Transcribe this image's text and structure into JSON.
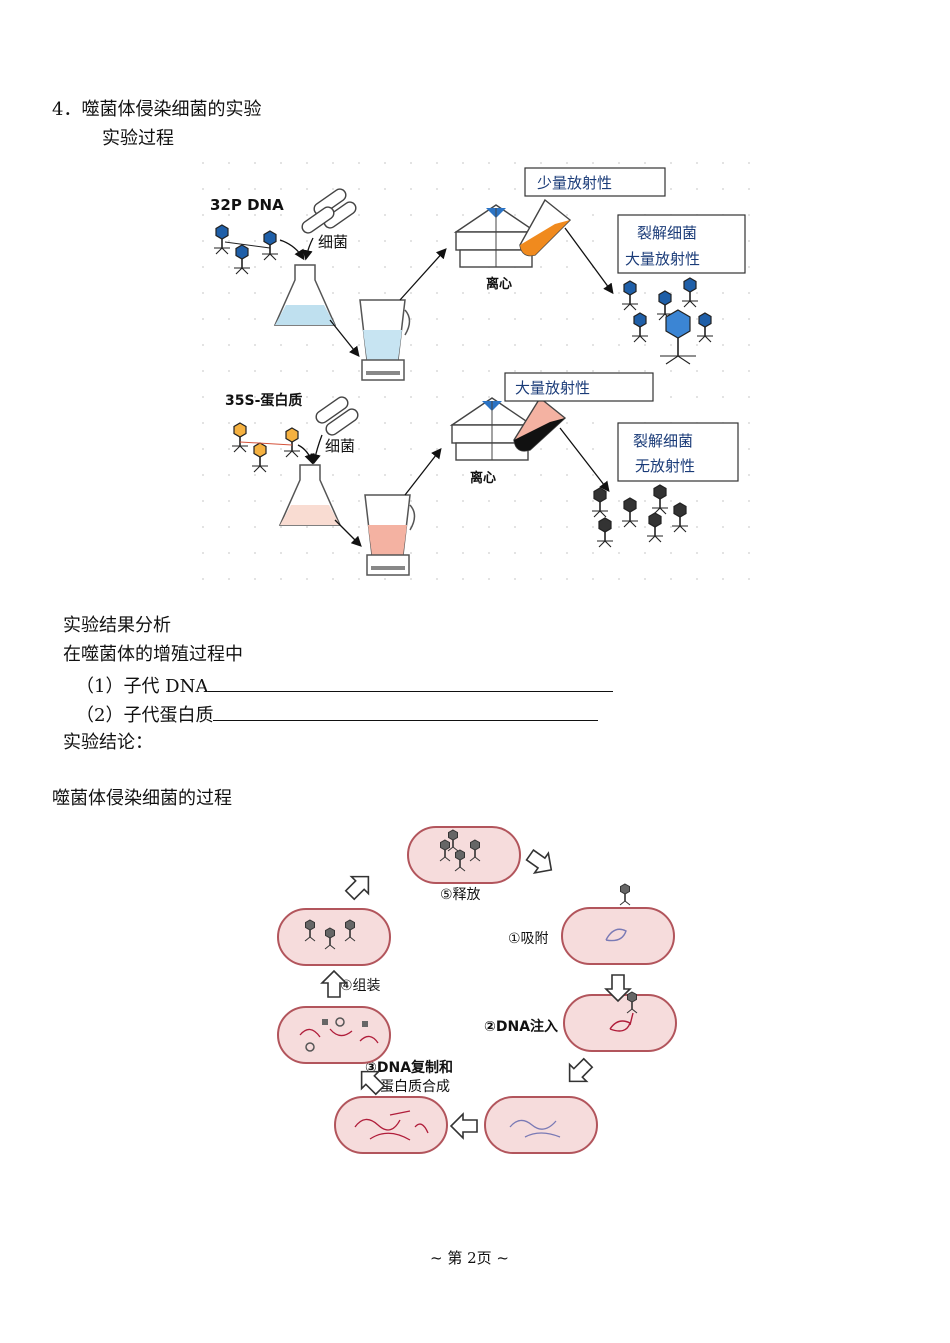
{
  "section": {
    "title": "4．噬菌体侵染细菌的实验",
    "subtitle": "实验过程"
  },
  "experiment_figure": {
    "row1": {
      "phage_label": "32P DNA",
      "bacteria_label": "细菌",
      "centrifuge_label": "离心",
      "supernatant_box": "少量放射性",
      "result_box_line1": "裂解细菌",
      "result_box_line2": "大量放射性",
      "accent": "#f08a1e",
      "phage_color": "#1f5fa8"
    },
    "row2": {
      "phage_label": "35S-蛋白质",
      "bacteria_label": "细菌",
      "centrifuge_label": "离心",
      "supernatant_box": "大量放射性",
      "result_box_line1": "裂解细菌",
      "result_box_line2": "无放射性",
      "accent": "#f4b2a2",
      "phage_color": "#e8762b"
    }
  },
  "analysis": {
    "heading": "实验结果分析",
    "intro": "在噬菌体的增殖过程中",
    "q1": "（1）子代 DNA",
    "q2": "（2）子代蛋白质",
    "conclusion": "实验结论："
  },
  "cycle_figure": {
    "title": "噬菌体侵染细菌的过程",
    "steps": {
      "adsorb": "①吸附",
      "inject": "②DNA注入",
      "replicate_line1": "③DNA复制和",
      "replicate_line2": "蛋白质合成",
      "assemble": "④组装",
      "release": "⑤释放"
    },
    "cell_fill": "#f6dcdc",
    "cell_stroke": "#b2555c"
  },
  "footer": {
    "page": "~ 第 2页 ~"
  }
}
